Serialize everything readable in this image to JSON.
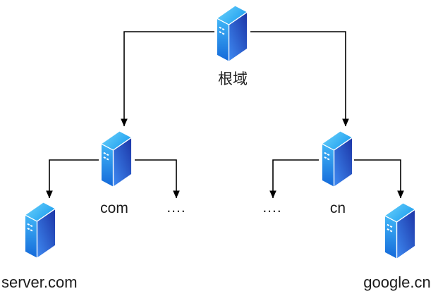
{
  "diagram": {
    "type": "dns-hierarchy-tree",
    "nodes": {
      "root": {
        "label": "根域",
        "icon": "server-icon"
      },
      "com": {
        "label": "com",
        "icon": "server-icon"
      },
      "cn": {
        "label": "cn",
        "icon": "server-icon"
      },
      "server_com": {
        "label": "server.com",
        "icon": "server-icon"
      },
      "google_cn": {
        "label": "google.cn",
        "icon": "server-icon"
      },
      "dots_left": {
        "label": "...."
      },
      "dots_right": {
        "label": "...."
      }
    },
    "colors": {
      "background": "#ffffff",
      "line": "#000000",
      "text": "#1c1c1c",
      "server_top_light": "#70d5fb",
      "server_top_dark": "#1e9ff0",
      "server_side_light": "#41b6f7",
      "server_side_dark": "#1468d9",
      "server_front_light": "#3e8bf3",
      "server_front_dark": "#1c34a6",
      "server_edge": "#ffffff"
    }
  }
}
